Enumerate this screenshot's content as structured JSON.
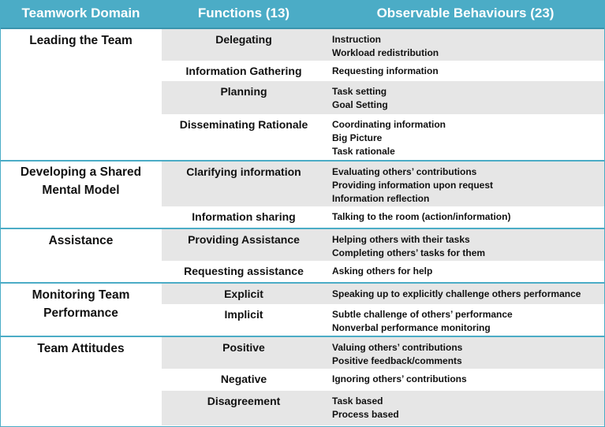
{
  "headers": {
    "domain": "Teamwork Domain",
    "functions": "Functions (13)",
    "behaviours": "Observable Behaviours (23)"
  },
  "domains": [
    {
      "name": "Leading the Team",
      "functions": [
        {
          "name": "Delegating",
          "behaviours": [
            "Instruction",
            "Workload redistribution"
          ]
        },
        {
          "name": "Information Gathering",
          "behaviours": [
            "Requesting information"
          ]
        },
        {
          "name": "Planning",
          "behaviours": [
            "Task setting",
            "Goal Setting"
          ]
        },
        {
          "name": "Disseminating Rationale",
          "behaviours": [
            "Coordinating information",
            "Big Picture",
            "Task rationale"
          ]
        }
      ]
    },
    {
      "name": "Developing a Shared Mental Model",
      "functions": [
        {
          "name": "Clarifying information",
          "behaviours": [
            "Evaluating others’ contributions",
            "Providing information upon request",
            "Information reflection"
          ]
        },
        {
          "name": "Information sharing",
          "behaviours": [
            "Talking to the room (action/information)"
          ]
        }
      ]
    },
    {
      "name": "Assistance",
      "functions": [
        {
          "name": "Providing Assistance",
          "behaviours": [
            "Helping others with their tasks",
            "Completing others’ tasks for them"
          ]
        },
        {
          "name": "Requesting assistance",
          "behaviours": [
            "Asking others for help"
          ]
        }
      ]
    },
    {
      "name": "Monitoring Team Performance",
      "functions": [
        {
          "name": "Explicit",
          "behaviours": [
            "Speaking up to explicitly challenge others performance"
          ]
        },
        {
          "name": "Implicit",
          "behaviours": [
            "Subtle challenge of others’ performance",
            "Nonverbal performance monitoring"
          ]
        }
      ]
    },
    {
      "name": "Team Attitudes",
      "functions": [
        {
          "name": "Positive",
          "behaviours": [
            "Valuing others’ contributions",
            "Positive feedback/comments"
          ]
        },
        {
          "name": "Negative",
          "behaviours": [
            "Ignoring others’ contributions"
          ]
        },
        {
          "name": "Disagreement",
          "behaviours": [
            "Task based",
            "Process based"
          ]
        }
      ]
    }
  ],
  "colors": {
    "header": "#4bacc6",
    "shade": "#e6e6e6"
  }
}
